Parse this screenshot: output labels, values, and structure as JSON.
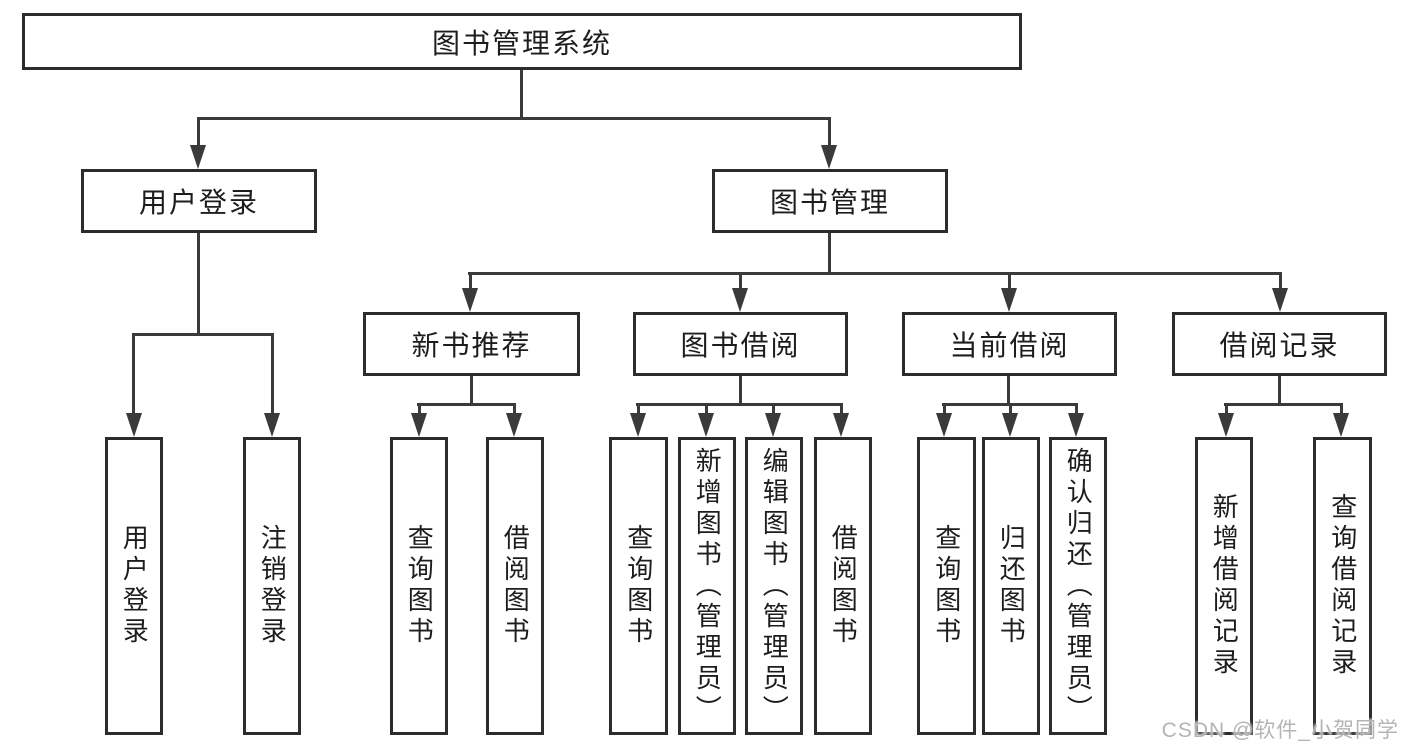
{
  "diagram": {
    "root": {
      "label": "图书管理系统"
    },
    "branches": [
      {
        "label": "用户登录",
        "children": [
          "用户登录",
          "注销登录"
        ]
      },
      {
        "label": "图书管理"
      }
    ],
    "modules": [
      {
        "label": "新书推荐",
        "children": [
          "查询图书",
          "借阅图书"
        ]
      },
      {
        "label": "图书借阅",
        "children": [
          "查询图书",
          "新增图书（管理员）",
          "编辑图书（管理员）",
          "借阅图书"
        ]
      },
      {
        "label": "当前借阅",
        "children": [
          "查询图书",
          "归还图书",
          "确认归还（管理员）"
        ]
      },
      {
        "label": "借阅记录",
        "children": [
          "新增借阅记录",
          "查询借阅记录"
        ]
      }
    ]
  },
  "watermark": "CSDN @软件_小贺同学",
  "colors": {
    "background": "#ffffff",
    "box_border": "#2c2c2c",
    "line": "#3a3a3a",
    "text": "#1d1d1d",
    "watermark": "#b4b4b4"
  }
}
